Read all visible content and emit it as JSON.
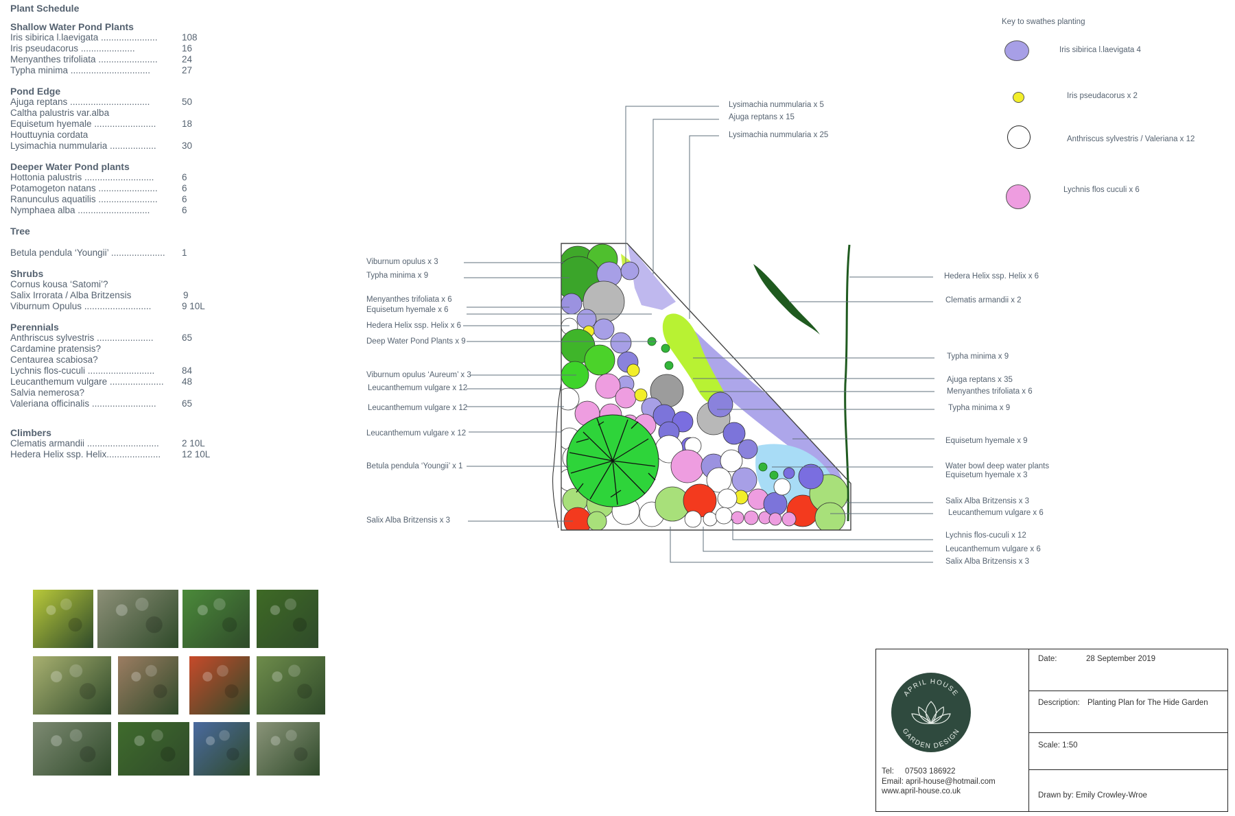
{
  "schedule": {
    "title": "Plant Schedule",
    "sections": [
      {
        "heading": "Shallow Water Pond Plants",
        "items": [
          {
            "name": "Iris sibirica l.laevigata ......................",
            "qty": "108"
          },
          {
            "name": "Iris pseudacorus        .....................",
            "qty": "16"
          },
          {
            "name": "Menyanthes trifoliata .......................",
            "qty": "24"
          },
          {
            "name": "Typha minima ...............................",
            "qty": "27"
          }
        ]
      },
      {
        "heading": "Pond Edge",
        "items": [
          {
            "name": "Ajuga reptans ...............................",
            "qty": "50"
          },
          {
            "name": "Caltha palustris var.alba",
            "qty": ""
          },
          {
            "name": "Equisetum hyemale ........................",
            "qty": "18"
          },
          {
            "name": "Houttuynia cordata",
            "qty": ""
          },
          {
            "name": "Lysimachia nummularia ..................",
            "qty": "30"
          }
        ]
      },
      {
        "heading": "Deeper Water Pond plants",
        "items": [
          {
            "name": "Hottonia palustris ...........................",
            "qty": "6"
          },
          {
            "name": "Potamogeton natans .......................",
            "qty": "6"
          },
          {
            "name": "Ranunculus aquatilis .......................",
            "qty": "6"
          },
          {
            "name": "Nymphaea alba ............................",
            "qty": "6"
          }
        ]
      },
      {
        "heading": "Tree",
        "items": [
          {
            "name": "",
            "qty": ""
          },
          {
            "name": "Betula pendula ‘Youngii’ .....................",
            "qty": "1"
          }
        ]
      },
      {
        "heading": "Shrubs",
        "items": [
          {
            "name": "Cornus kousa ‘Satomi’?",
            "qty": ""
          },
          {
            "name": "Salix Irrorata / Alba Britzensis",
            "qty": "9"
          },
          {
            "name": "Viburnum Opulus ..........................",
            "qty": "9 10L"
          }
        ]
      },
      {
        "heading": "Perennials",
        "items": [
          {
            "name": "Anthriscus sylvestris ......................",
            "qty": "65"
          },
          {
            "name": "Cardamine pratensis?",
            "qty": ""
          },
          {
            "name": "Centaurea scabiosa?",
            "qty": ""
          },
          {
            "name": "Lychnis flos-cuculi ..........................",
            "qty": "84"
          },
          {
            "name": "Leucanthemum vulgare .....................",
            "qty": "48"
          },
          {
            "name": "Salvia nemerosa?",
            "qty": ""
          },
          {
            "name": "Valeriana officinalis .........................",
            "qty": "65"
          }
        ]
      },
      {
        "heading": "Climbers",
        "items": [
          {
            "name": "Clematis armandii ............................",
            "qty": "2 10L"
          },
          {
            "name": "Hedera Helix ssp. Helix.....................",
            "qty": "12 10L"
          }
        ]
      }
    ]
  },
  "plan": {
    "left_labels": [
      "Viburnum opulus x  3",
      "Typha minima x 9",
      "Menyanthes trifoliata x 6",
      "Equisetum hyemale x 6",
      "Hedera Helix ssp. Helix x 6",
      "Deep Water Pond Plants x 9",
      "Viburnum opulus ‘Aureum’ x 3",
      "Leucanthemum vulgare x 12",
      "Leucanthemum vulgare x 12",
      "Leucanthemum vulgare x 12",
      "Betula pendula ‘Youngii’ x 1",
      "Salix Alba Britzensis x 3"
    ],
    "top_labels": [
      "Lysimachia nummularia x 5",
      "Ajuga reptans x 15",
      "Lysimachia nummularia x 25"
    ],
    "right_labels": [
      "Hedera Helix ssp. Helix x 6",
      "Clematis armandii x 2",
      "Typha minima x 9",
      "Ajuga reptans x 35",
      "Menyanthes trifoliata x 6",
      "Typha minima x 9",
      "Equisetum hyemale x 9",
      "Water bowl deep water plants",
      "Equisetum hyemale x 3",
      "Salix Alba Britzensis x 3",
      "Leucanthemum vulgare x 6",
      "Lychnis flos-cuculi x 12",
      "Leucanthemum vulgare x 6",
      "Salix Alba Britzensis x 3"
    ]
  },
  "key": {
    "title": "Key to swathes planting",
    "items": [
      {
        "label": "Iris sibirica l.laevigata 4",
        "color": "#a79fe6"
      },
      {
        "label": "Iris pseudacorus x 2",
        "color": "#f2ee2a"
      },
      {
        "label": "Anthriscus sylvestris / Valeriana x 12",
        "color": "#ffffff"
      },
      {
        "label": "Lychnis flos cuculi x 6",
        "color": "#ee9de0"
      }
    ]
  },
  "photos": [
    {
      "subject": "lysimachia-foliage",
      "color": "#b9c93a"
    },
    {
      "subject": "ajuga-flowers",
      "color": "#8c8f77"
    },
    {
      "subject": "iris-sibirica",
      "color": "#4b8a3a"
    },
    {
      "subject": "iris-pseudacorus",
      "color": "#3e6a25"
    },
    {
      "subject": "lychnis-flowers",
      "color": "#a8b070"
    },
    {
      "subject": "salix-stems",
      "color": "#9c7d62"
    },
    {
      "subject": "cornus-red-stems",
      "color": "#c74a2a"
    },
    {
      "subject": "equisetum-shrub",
      "color": "#6e8c4b"
    },
    {
      "subject": "anthriscus-flowers",
      "color": "#7d8a72"
    },
    {
      "subject": "viburnum-leaves",
      "color": "#3f6b2c"
    },
    {
      "subject": "viburnum-snowballs",
      "color": "#4a6aa0"
    },
    {
      "subject": "valeriana-flowers",
      "color": "#8a9479"
    }
  ],
  "titleblock": {
    "logo_top": "APRIL HOUSE",
    "logo_bottom": "GARDEN DESIGN",
    "tel_label": "Tel:",
    "tel": "07503 186922",
    "email": "Email: april-house@hotmail.com",
    "web": "www.april-house.co.uk",
    "date_label": "Date:",
    "date": "28 September 2019",
    "description_label": "Description:",
    "description": "Planting Plan for The Hide Garden",
    "scale": "Scale: 1:50",
    "drawn_by": "Drawn by: Emily Crowley-Wroe"
  }
}
